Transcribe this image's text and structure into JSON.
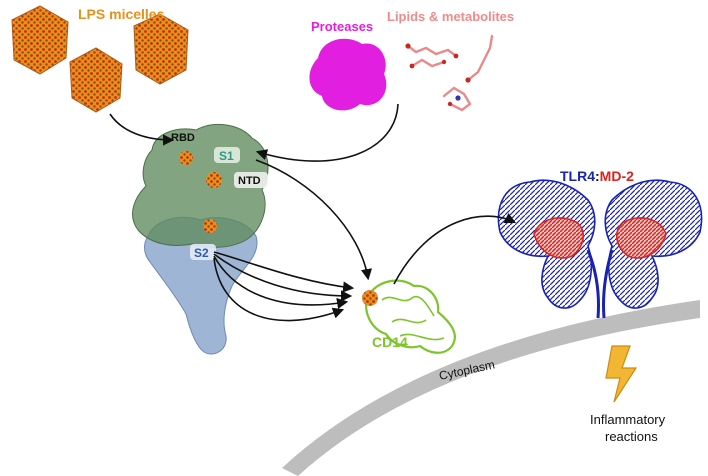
{
  "labels": {
    "lps_micelles": "LPS micelles",
    "proteases": "Proteases",
    "lipids_metabolites": "Lipids & metabolites",
    "rbd": "RBD",
    "s1": "S1",
    "ntd": "NTD",
    "s2": "S2",
    "tlr4": "TLR4",
    "colon": ":",
    "md2": "MD-2",
    "cd14": "CD14",
    "cytoplasm": "Cytoplasm",
    "inflammatory_line1": "Inflammatory",
    "inflammatory_line2": "reactions"
  },
  "colors": {
    "lps": "#e8911a",
    "lps_red": "#c8281e",
    "proteases": "#e21ee0",
    "lipids": "#f08a8a",
    "spike_green": "#5f8a5c",
    "spike_blue": "#7f9cc8",
    "s1_label": "#2e9a82",
    "s2_label": "#2a5cb0",
    "tlr4": "#1a22b0",
    "md2": "#d8231e",
    "cd14": "#7cc52a",
    "membrane": "#bdbdbd",
    "lightning": "#f3b634"
  }
}
